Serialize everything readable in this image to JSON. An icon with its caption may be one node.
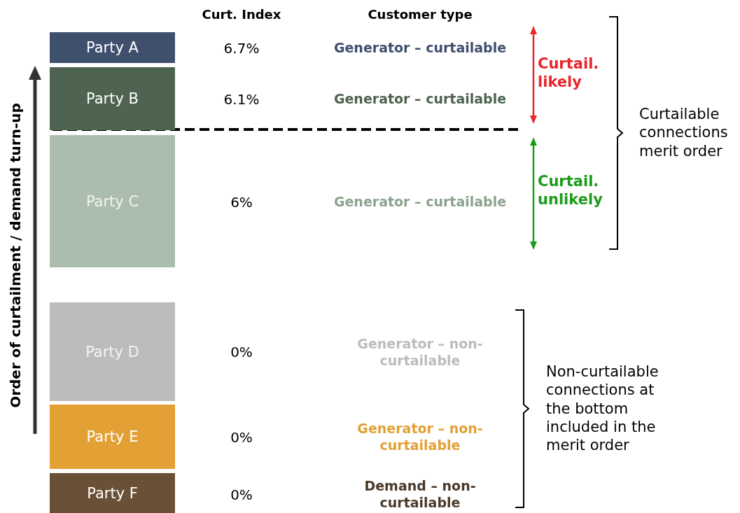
{
  "diagram": {
    "nodes": [
      {
        "text": [
          "Party A"
        ]
      },
      {
        "text": [
          "Party B"
        ]
      },
      {
        "text": [
          "Party C"
        ]
      },
      {
        "text": [
          "Party D"
        ]
      },
      {
        "text": [
          "Party E"
        ]
      },
      {
        "text": [
          "Party F"
        ]
      }
    ],
    "labels": [
      "Order of curtailment / demand turn-up",
      "Curt. Index",
      "Customer type",
      "6.7%",
      "Generator – curtailable",
      "6.1%",
      "Generator – curtailable",
      "6%",
      "Generator – curtailable",
      "0%",
      "Generator – non-curtailable",
      "0%",
      "Generator – non-curtailable",
      "0%",
      "Demand – non-curtailable",
      "Curtail. likely",
      "Curtail. unlikely",
      "Curtailable connections merit order",
      "Non-curtailable connections at the bottom included in the merit order"
    ]
  }
}
